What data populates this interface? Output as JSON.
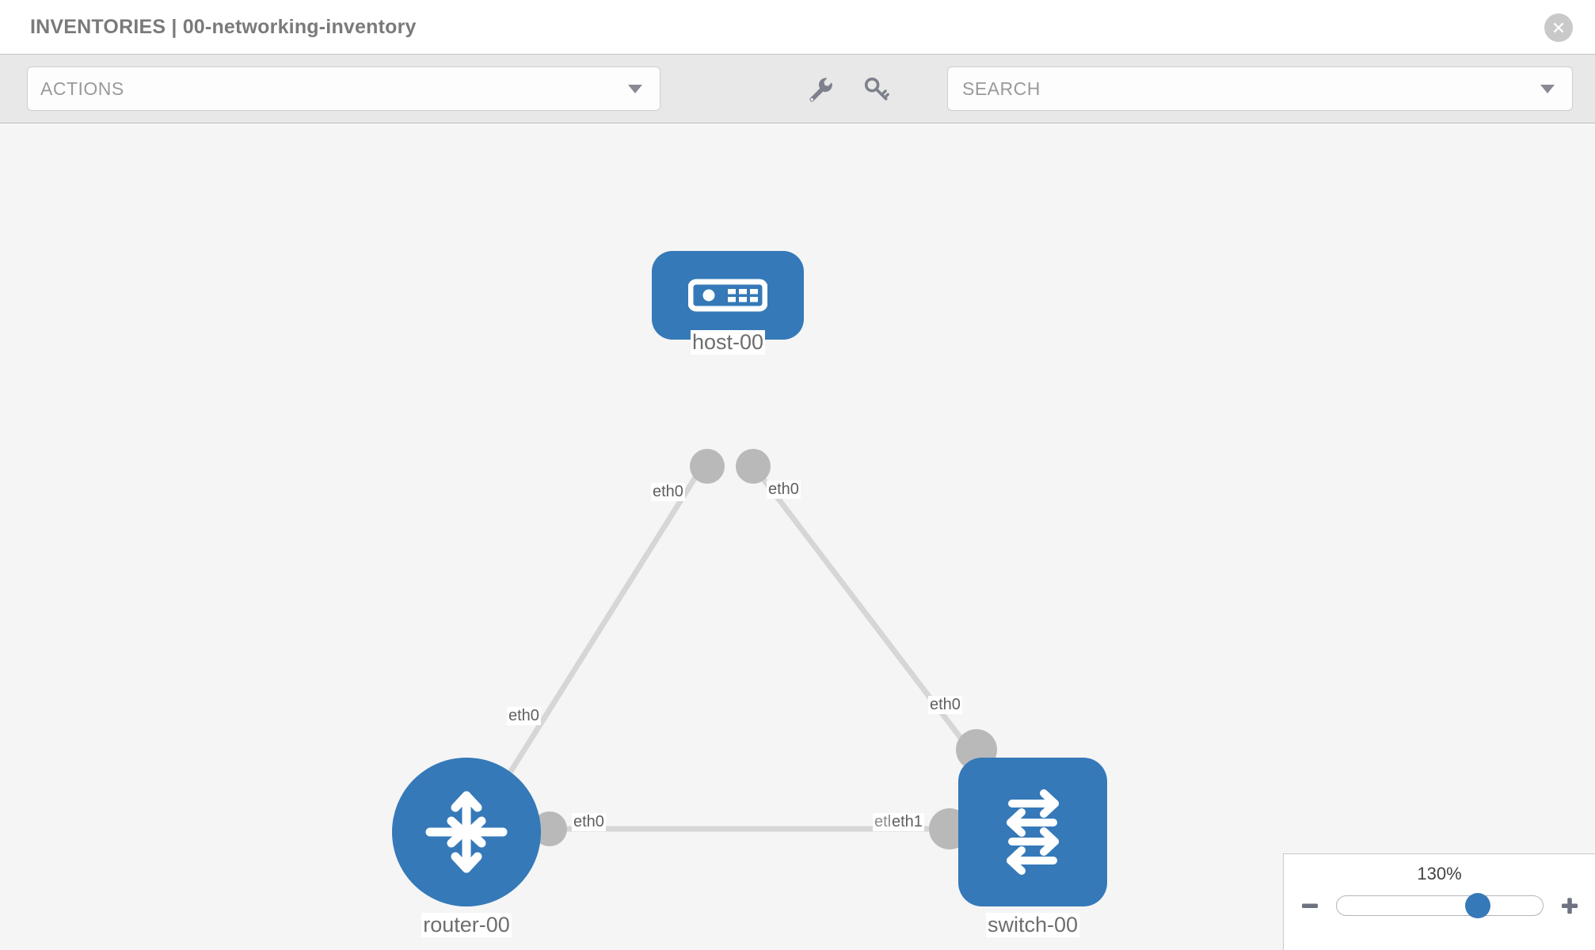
{
  "header": {
    "title": "INVENTORIES | 00-networking-inventory",
    "close_icon": "close-circle-icon"
  },
  "toolbar": {
    "actions_label": "ACTIONS",
    "actions_caret": "chevron-down-icon",
    "wrench_icon": "wrench-icon",
    "key_icon": "key-icon",
    "search_placeholder": "SEARCH",
    "search_value": "",
    "search_caret": "chevron-down-icon"
  },
  "topology": {
    "nodes": [
      {
        "id": "host-00",
        "label": "host-00",
        "type": "host",
        "icon": "server-icon",
        "color": "#3579b8"
      },
      {
        "id": "router-00",
        "label": "router-00",
        "type": "router",
        "icon": "router-arrows-icon",
        "color": "#3579b8"
      },
      {
        "id": "switch-00",
        "label": "switch-00",
        "type": "switch",
        "icon": "switch-arrows-icon",
        "color": "#3579b8"
      }
    ],
    "links": [
      {
        "from": "host-00",
        "to": "router-00",
        "from_port": "eth0",
        "to_port": "eth0"
      },
      {
        "from": "host-00",
        "to": "switch-00",
        "from_port": "eth0",
        "to_port": "eth0"
      },
      {
        "from": "router-00",
        "to": "switch-00",
        "from_port": "eth0",
        "to_port": "eth1"
      }
    ],
    "port_labels": {
      "host_left": "eth0",
      "host_right": "eth0",
      "router_up": "eth0",
      "switch_up": "eth0",
      "router_right": "eth0",
      "switch_left_hidden": "eth0",
      "switch_left": "eth1"
    }
  },
  "zoom": {
    "value": "130%",
    "minus_icon": "minus-icon",
    "plus_icon": "plus-icon"
  }
}
